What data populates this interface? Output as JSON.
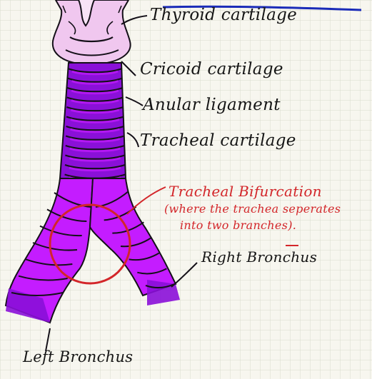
{
  "labels": {
    "thyroid": "Thyroid cartilage",
    "cricoid": "Cricoid cartilage",
    "annular": "Anular ligament",
    "tracheal": "Tracheal cartilage",
    "bifurcation_title": "Tracheal Bifurcation",
    "bifurcation_note_1": "(where the trachea seperates",
    "bifurcation_note_2": "into two branches).",
    "right_bronchus": "Right Bronchus",
    "left_bronchus": "Left Bronchus"
  },
  "colors": {
    "paper": "#f7f6ef",
    "grid": "#d9dccd",
    "cartilage_pink": "#f0c7ef",
    "trachea_purple": "#8a10d8",
    "bronchus_violet": "#c41cff",
    "outline": "#141018",
    "annotation_red": "#d3262a",
    "header_blue": "#1a2bb8"
  }
}
